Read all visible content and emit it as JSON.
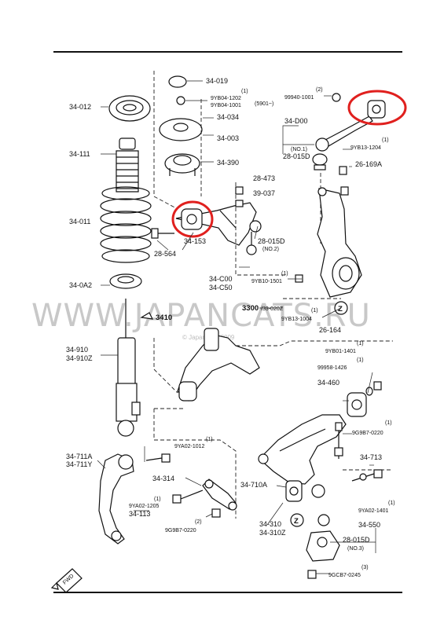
{
  "watermark": "WWW.JAPANCATS.RU",
  "copyright": "© JapanCats 2009",
  "labels": {
    "l34019": "34-019",
    "l34012": "34-012",
    "l34034": "34-034",
    "l34003": "34-003",
    "l34390": "34-390",
    "l34111": "34-111",
    "l34011": "34-011",
    "l340A2": "34-0A2",
    "l34910": "34-910",
    "l34910Z": "34-910Z",
    "l3410": "3410",
    "l34711A": "34-711A",
    "l34711Y": "34-711Y",
    "l34113": "34-113",
    "l34314": "34-314",
    "l34710A": "34-710A",
    "l34310": "34-310",
    "l34310Z": "34-310Z",
    "l34460": "34-460",
    "l34713": "34-713",
    "l34550": "34-550",
    "l28015Da": "28-015D",
    "l28015Db": "28-015D",
    "l28015Dc": "28-015D",
    "lno1": "(NO.1)",
    "lno2": "(NO.2)",
    "lno3": "(NO.3)",
    "l34D00": "34-D00",
    "l26169A": "26-169A",
    "l26164": "26-164",
    "l28473": "28-473",
    "l39037": "39-037",
    "l28564": "28-564",
    "l34153": "34-153",
    "l34C00": "34-C00",
    "l34C50": "34-C50",
    "l3300": "3300",
    "l33020Z": "/33-020Z",
    "p9YB041202": "9YB04-1202",
    "p9YB041001": "9YB04-1001",
    "p5901": "(5901~)",
    "p999401001": "99940-1001",
    "p9YB131204": "9YB13-1204",
    "p9YB101501": "9YB10-1501",
    "p9YB131004": "9YB13-1004",
    "p9YB011401": "9YB01-1401",
    "p999581426": "99958-1426",
    "p9G9B70220a": "9G9B7-0220",
    "p9YA021012": "9YA02-1012",
    "p9YA021205": "9YA02-1205",
    "p9G9B70220b": "9G9B7-0220",
    "p9YA021401": "9YA02-1401",
    "p9GCB70245": "9GCB7-0245",
    "n1": "(1)",
    "n2": "(2)",
    "n3": "(3)",
    "fwd": "FWD",
    "z": "Z"
  },
  "colors": {
    "highlight": "#e0201e",
    "ink": "#111111"
  }
}
